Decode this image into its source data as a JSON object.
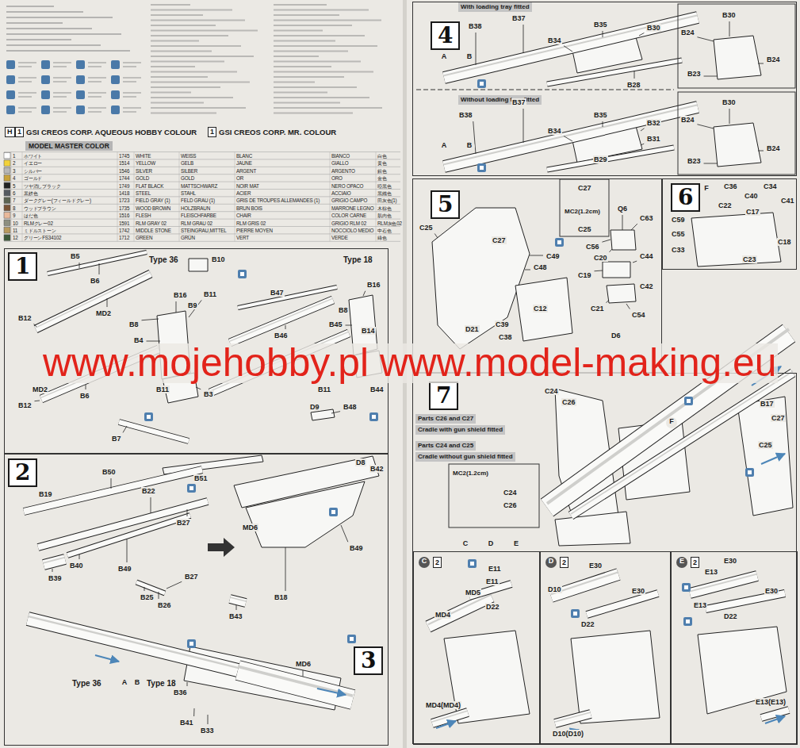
{
  "diagram": {
    "nodes": [
      {
        "text": [
          "1"
        ]
      },
      {
        "text": [
          "2"
        ]
      },
      {
        "text": [
          "3"
        ]
      },
      {
        "text": [
          "4"
        ]
      },
      {
        "text": [
          "5"
        ]
      },
      {
        "text": [
          "6"
        ]
      },
      {
        "text": [
          "7"
        ]
      },
      {
        "text": [
          "C",
          "2"
        ],
        "in": 6
      },
      {
        "text": [
          "D",
          "2"
        ],
        "in": 6
      },
      {
        "text": [
          "E",
          "2"
        ],
        "in": 6
      }
    ],
    "labels": [
      "H",
      "1",
      "GSI CREOS CORP. AQUEOUS HOBBY COLOUR",
      "1",
      "GSI CREOS CORP. MR. COLOUR",
      "MODEL MASTER COLOR",
      "1",
      "ホワイト",
      "1745",
      "WHITE",
      "WEISS",
      "BLANC",
      "BIANCO",
      "白色",
      "2",
      "イエロー",
      "1514",
      "YELLOW",
      "GELB",
      "JAUNE",
      "GIALLO",
      "黄色",
      "3",
      "シルバー",
      "1546",
      "SILVER",
      "SILBER",
      "ARGENT",
      "ARGENTO",
      "銀色",
      "4",
      "ゴールド",
      "1744",
      "GOLD",
      "GOLD",
      "OR",
      "ORO",
      "金色",
      "5",
      "ツヤ消しブラック",
      "1749",
      "FLAT BLACK",
      "MATTSCHWARZ",
      "NOIR MAT",
      "NERO OPACO",
      "啞黑色",
      "6",
      "黒鉄色",
      "1418",
      "STEEL",
      "STAHL",
      "ACIER",
      "ACCIAIO",
      "黑鐵色",
      "7",
      "ダークグレー(フィールドグレー)",
      "1723",
      "FIELD GRAY (1)",
      "FELD GRAU (1)",
      "GRIS DE TROUPES ALLEMANDES (1)",
      "GRIGIO CAMPO",
      "田灰色(1)",
      "8",
      "ウッドブラウン",
      "1735",
      "WOOD BROWN",
      "HOLZBRAUN",
      "BRUN BOIS",
      "MARRONE LEGNO",
      "木棕色",
      "9",
      "はだ色",
      "1516",
      "FLESH",
      "FLEISCHFARBE",
      "CHAIR",
      "COLOR CARNE",
      "肌肉色",
      "10",
      "RLMグレー02",
      "1591",
      "RLM GRAY 02",
      "RLM GRAU 02",
      "RLM GRIS 02",
      "GRIGIO RLM 02",
      "RLM灰色02",
      "11",
      "ミドルストーン",
      "1742",
      "MIDDLE STONE",
      "STEINGRAU,MITTEL",
      "PIERRE MOYEN",
      "NOCCIOLO MEDIO",
      "中石色",
      "12",
      "グリーンFS34102",
      "1712",
      "GREEN",
      "GRÜN",
      "VERT",
      "VERDE",
      "綠色",
      "Type 36",
      "Type 18",
      "B5",
      "B6",
      "MD2",
      "B12",
      "B8",
      "B4",
      "B16",
      "B10",
      "B9",
      "B11",
      "B3",
      "B11",
      "B7",
      "MD2",
      "B6",
      "B12",
      "B16",
      "B47",
      "B8",
      "B45",
      "B14",
      "B46",
      "B44",
      "B11",
      "D9",
      "B48",
      "B50",
      "B51",
      "B19",
      "B22",
      "B27",
      "D8",
      "B42",
      "MD6",
      "B49",
      "B40",
      "B49",
      "B25",
      "B26",
      "B27",
      "B39",
      "B18",
      "B43",
      "MD6",
      "Type 36",
      "A",
      "B",
      "Type 18",
      "B36",
      "B41",
      "B33",
      "www.mojehobby.pl www.model-making.eu",
      "With loading tray fitted",
      "A",
      "B",
      "B38",
      "B37",
      "B35",
      "B30",
      "B34",
      "B28",
      "B24",
      "B30",
      "B23",
      "B24",
      "Without loading tray fitted",
      "A",
      "B",
      "B38",
      "B37",
      "B35",
      "B32",
      "B31",
      "B34",
      "B29",
      "B24",
      "B30",
      "B23",
      "B24",
      "C25",
      "C27",
      "C49",
      "C48",
      "C12",
      "D21",
      "C39",
      "C38",
      "C27",
      "MC2(1.2cm)",
      "C25",
      "Q6",
      "C63",
      "C56",
      "C20",
      "C44",
      "C19",
      "C42",
      "C21",
      "C54",
      "F",
      "C36",
      "C40",
      "C34",
      "C41",
      "C59",
      "C22",
      "C17",
      "C55",
      "C33",
      "C18",
      "C23",
      "D6",
      "B17",
      "C27",
      "C25",
      "C24",
      "C26",
      "Parts C26 and C27",
      "Cradle with gun shield fitted",
      "Parts C24 and C25",
      "Cradle without gun shield fitted",
      "F",
      "MC2(1.2cm)",
      "C24",
      "C26",
      "C",
      "D",
      "E",
      "E11",
      "E11",
      "MD5",
      "D22",
      "MD4",
      "MD4(MD4)",
      "E30",
      "E30",
      "D10",
      "D22",
      "D10(D10)",
      "E13",
      "E30",
      "E30",
      "E13",
      "D22",
      "E13(E13)"
    ]
  }
}
